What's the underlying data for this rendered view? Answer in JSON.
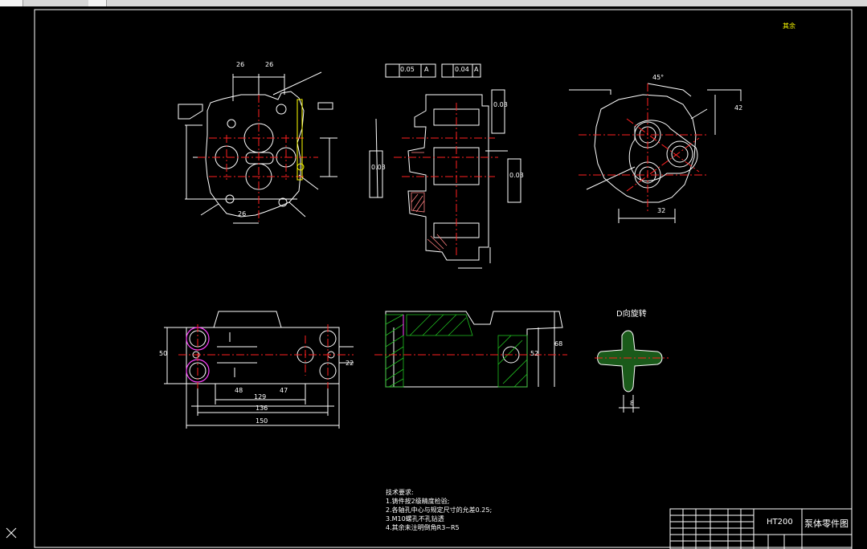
{
  "window": {
    "title_tabs": [
      "",
      ""
    ]
  },
  "drawing": {
    "corner_note": "其余",
    "view_label": "D向旋转",
    "material": "HT200",
    "part_name": "泵体零件图",
    "notes_title": "技术要求:",
    "notes": [
      "1.铸件按2级精度检验;",
      "2.各轴孔中心与规定尺寸的允差0.25;",
      "3.M10螺孔不孔钻透",
      "4.其余未注明倒角R3~R5"
    ],
    "dimensions": [
      "26",
      "26",
      "48",
      "47",
      "129",
      "136",
      "150",
      "32",
      "50",
      "22",
      "52",
      "68",
      "8",
      "42",
      "45°"
    ],
    "tolerances": [
      "0.05",
      "0.04",
      "0.03",
      "0.03",
      "0.03"
    ],
    "datum": "A"
  },
  "ucs_icon": "ucs-axis-icon",
  "colors": {
    "background": "#000000",
    "outline": "#ffffff",
    "centerline": "#ff2020",
    "hatch": "#20c020",
    "highlight": "#ff40ff",
    "yellow": "#ffff00"
  }
}
